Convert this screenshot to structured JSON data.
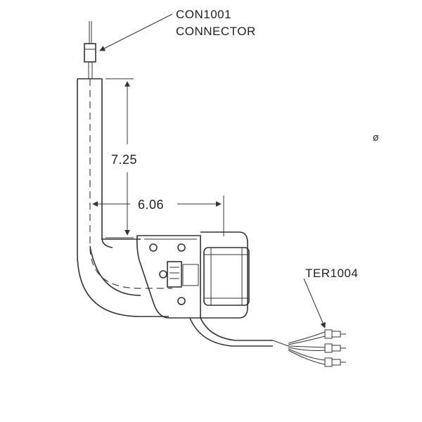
{
  "labels": {
    "connector_ref": "CON1001",
    "connector_name": "CONNECTOR",
    "terminal_ref": "TER1004",
    "diameter_symbol": "ø"
  },
  "dimensions": {
    "vertical": "7.25",
    "horizontal": "6.06"
  },
  "colors": {
    "ink": "#333333",
    "background": "#ffffff"
  }
}
